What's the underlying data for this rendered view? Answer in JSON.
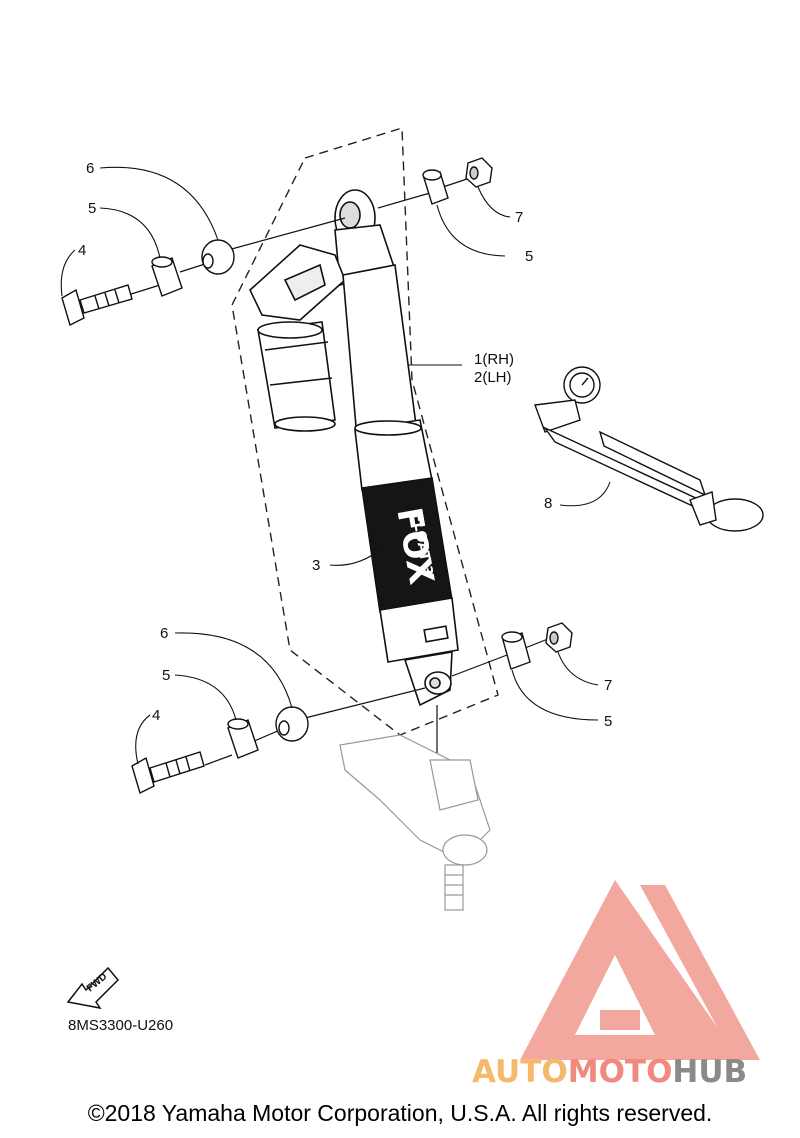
{
  "diagram": {
    "code": "8MS3300-U260",
    "fwd_label": "FWD"
  },
  "callouts": [
    {
      "id": "c1",
      "text": "1(RH)"
    },
    {
      "id": "c2",
      "text": "2(LH)"
    },
    {
      "id": "c3",
      "text": "3"
    },
    {
      "id": "c4a",
      "text": "4"
    },
    {
      "id": "c4b",
      "text": "4"
    },
    {
      "id": "c5a",
      "text": "5"
    },
    {
      "id": "c5b",
      "text": "5"
    },
    {
      "id": "c5c",
      "text": "5"
    },
    {
      "id": "c5d",
      "text": "5"
    },
    {
      "id": "c6a",
      "text": "6"
    },
    {
      "id": "c6b",
      "text": "6"
    },
    {
      "id": "c7a",
      "text": "7"
    },
    {
      "id": "c7b",
      "text": "7"
    },
    {
      "id": "c8",
      "text": "8"
    }
  ],
  "shock_branding": {
    "brand": "FOX",
    "model": "FLOAT 3"
  },
  "watermark": {
    "parts": [
      {
        "text": "AUTO",
        "color": "#f5b96e"
      },
      {
        "text": "MOTO",
        "color": "#f08a7e"
      },
      {
        "text": "HUB",
        "color": "#8a8a8a"
      }
    ],
    "logo_color": "#f2998f"
  },
  "copyright": "©2018 Yamaha Motor Corporation, U.S.A. All rights reserved."
}
